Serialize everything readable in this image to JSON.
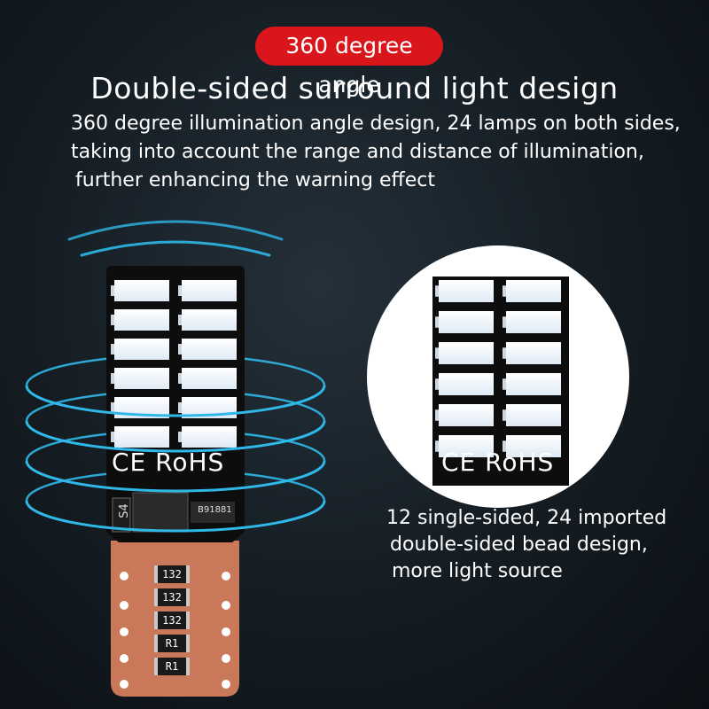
{
  "badge": {
    "label": "360 degree angle",
    "color": "#d8161c"
  },
  "headline": "Double-sided surround light design",
  "description": {
    "line1": "360 degree illumination angle design, 24 lamps on both sides,",
    "line2": "taking into account the range and distance of illumination,",
    "line3": "further enhancing the warning effect"
  },
  "caption": {
    "line1": "12 single-sided, 24 imported",
    "line2": "double-sided bead design,",
    "line3": "more light source"
  },
  "bulb": {
    "marking": "CE RoHS",
    "chip_left_label": "S4",
    "chip_code": "B91881",
    "resistors": [
      "132",
      "132",
      "132",
      "R1",
      "R1"
    ],
    "led_rows": 6,
    "led_columns": 2
  },
  "zoom": {
    "marking": "CE RoHS"
  },
  "colors": {
    "ring": "#2fb8e8",
    "pcb": "#0d0d0d",
    "pad": "#c9785a",
    "led": "#eef6ff"
  }
}
